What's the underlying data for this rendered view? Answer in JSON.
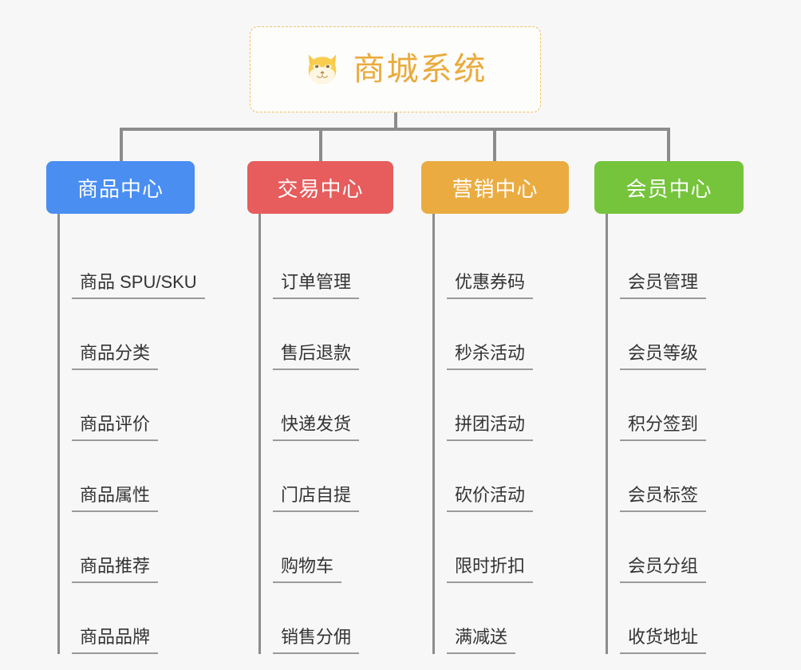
{
  "diagram": {
    "type": "mind-map",
    "root": {
      "title": "商城系统",
      "icon": "shiba-dog-icon",
      "border_color": "#f0c060",
      "text_color": "#eaaa3c",
      "background": "#fdfdfb"
    },
    "background_color": "#f7f7f7",
    "connector_color": "#8c8c8c",
    "leaf_text_color": "#333333",
    "leaf_underline_color": "#9a9a9a",
    "branches": [
      {
        "label": "商品中心",
        "color": "#4a8ef2",
        "items": [
          {
            "label": "商品 SPU/SKU"
          },
          {
            "label": "商品分类"
          },
          {
            "label": "商品评价"
          },
          {
            "label": "商品属性"
          },
          {
            "label": "商品推荐"
          },
          {
            "label": "商品品牌"
          }
        ]
      },
      {
        "label": "交易中心",
        "color": "#e75c5c",
        "items": [
          {
            "label": "订单管理"
          },
          {
            "label": "售后退款"
          },
          {
            "label": "快递发货"
          },
          {
            "label": "门店自提"
          },
          {
            "label": "购物车"
          },
          {
            "label": "销售分佣"
          }
        ]
      },
      {
        "label": "营销中心",
        "color": "#eaac41",
        "items": [
          {
            "label": "优惠券码"
          },
          {
            "label": "秒杀活动"
          },
          {
            "label": "拼团活动"
          },
          {
            "label": "砍价活动"
          },
          {
            "label": "限时折扣"
          },
          {
            "label": "满减送"
          }
        ]
      },
      {
        "label": "会员中心",
        "color": "#75c43c",
        "items": [
          {
            "label": "会员管理"
          },
          {
            "label": "会员等级"
          },
          {
            "label": "积分签到"
          },
          {
            "label": "会员标签"
          },
          {
            "label": "会员分组"
          },
          {
            "label": "收货地址"
          }
        ]
      }
    ]
  }
}
